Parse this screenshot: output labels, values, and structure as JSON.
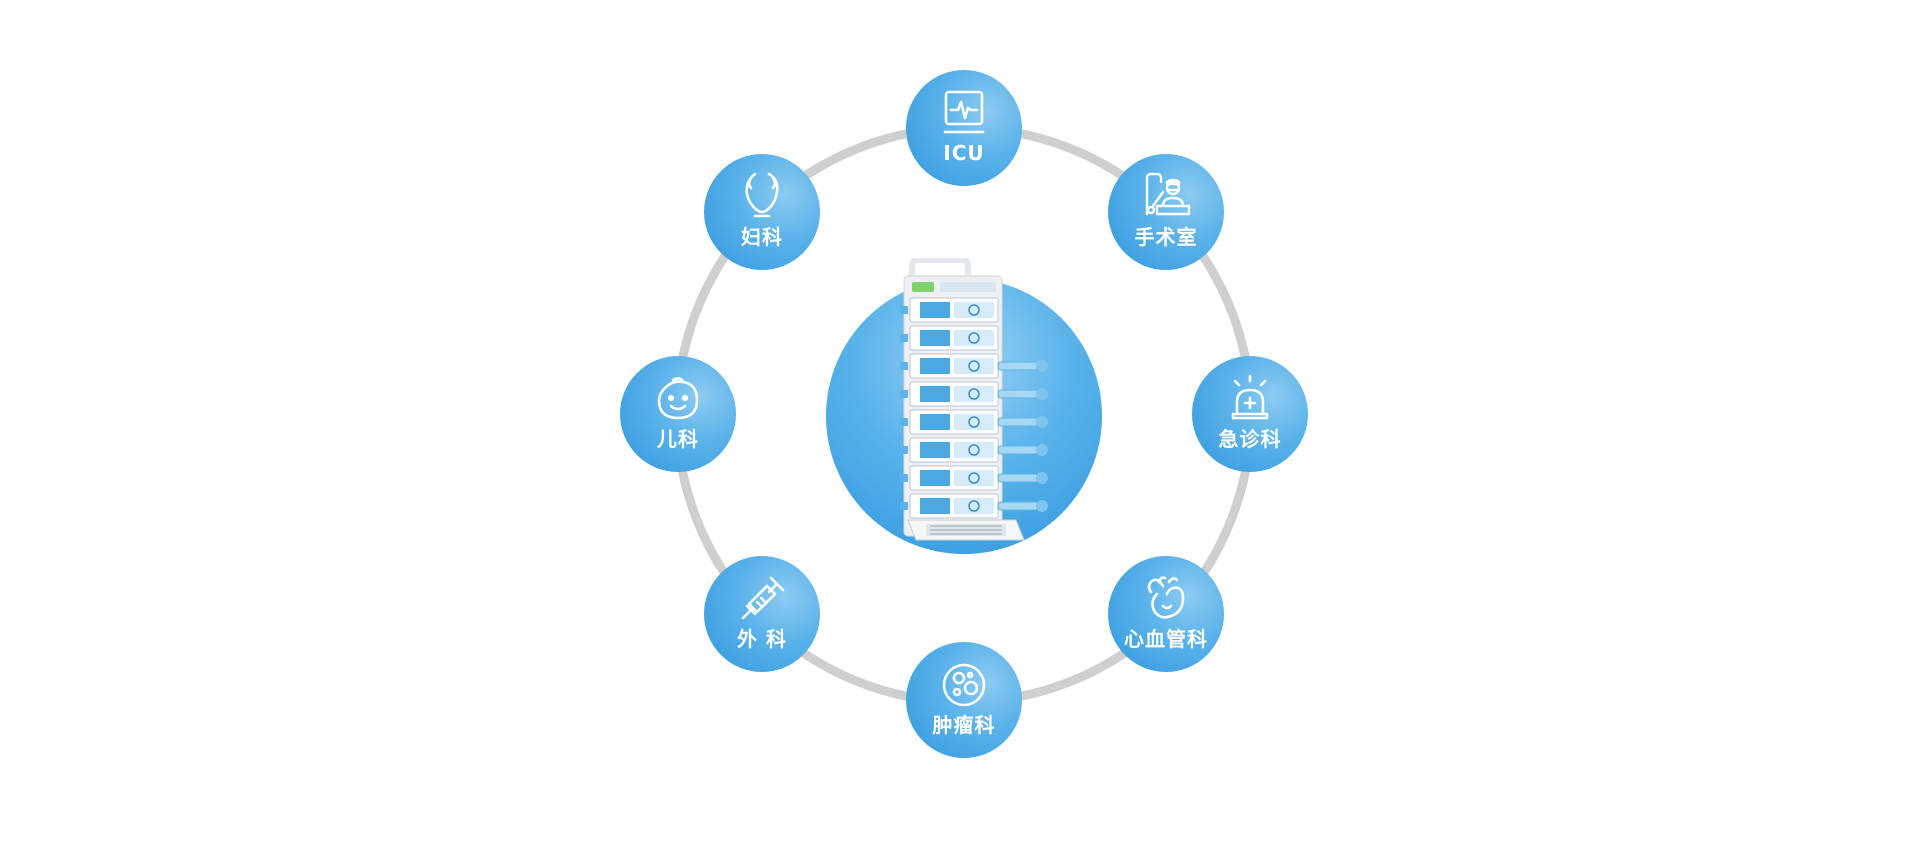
{
  "colors": {
    "ring": "#cfcfcf",
    "node_light": "#8ccbf1",
    "node_dark": "#2f97dd",
    "background": "#ffffff"
  },
  "center": {
    "image": "infusion-pump-workstation"
  },
  "departments": [
    {
      "label": "ICU",
      "icon": "monitor-heartbeat-icon"
    },
    {
      "label": "手术室",
      "icon": "surgeon-icon"
    },
    {
      "label": "急诊科",
      "icon": "emergency-siren-icon"
    },
    {
      "label": "心血管科",
      "icon": "heart-icon"
    },
    {
      "label": "肿瘤科",
      "icon": "cell-icon"
    },
    {
      "label": "外 科",
      "icon": "syringe-icon"
    },
    {
      "label": "儿科",
      "icon": "baby-face-icon"
    },
    {
      "label": "妇科",
      "icon": "uterus-icon"
    }
  ]
}
